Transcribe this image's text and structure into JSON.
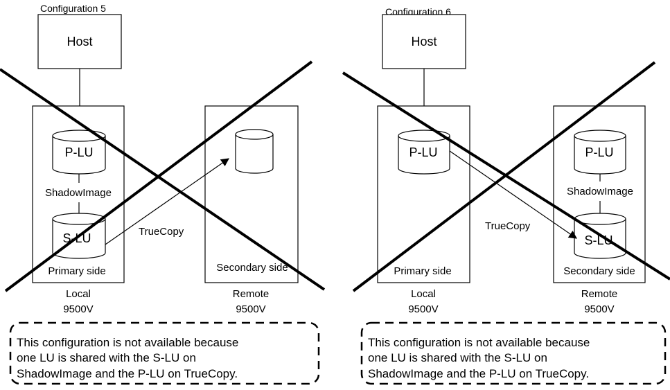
{
  "panels": [
    {
      "title": "Configuration 5",
      "host": "Host",
      "local": {
        "top_lu": "P-LU",
        "pair": "ShadowImage",
        "bottom_lu": "S-LU",
        "side": "Primary side",
        "name": "Local",
        "model": "9500V"
      },
      "remote": {
        "top_lu": "",
        "pair": "",
        "bottom_lu": "",
        "side": "Secondary side",
        "name": "Remote",
        "model": "9500V"
      },
      "link": "TrueCopy",
      "note_lines": [
        "This configuration is not available because",
        "one LU is shared with the S-LU on",
        "ShadowImage and the P-LU on TrueCopy."
      ]
    },
    {
      "title": "Configuration 6",
      "host": "Host",
      "local": {
        "top_lu": "P-LU",
        "pair": "",
        "bottom_lu": "",
        "side": "Primary side",
        "name": "Local",
        "model": "9500V"
      },
      "remote": {
        "top_lu": "P-LU",
        "pair": "ShadowImage",
        "bottom_lu": "S-LU",
        "side": "Secondary side",
        "name": "Remote",
        "model": "9500V"
      },
      "link": "TrueCopy",
      "note_lines": [
        "This configuration is not available because",
        "one LU is shared with the S-LU on",
        "ShadowImage and the P-LU on TrueCopy."
      ]
    }
  ]
}
